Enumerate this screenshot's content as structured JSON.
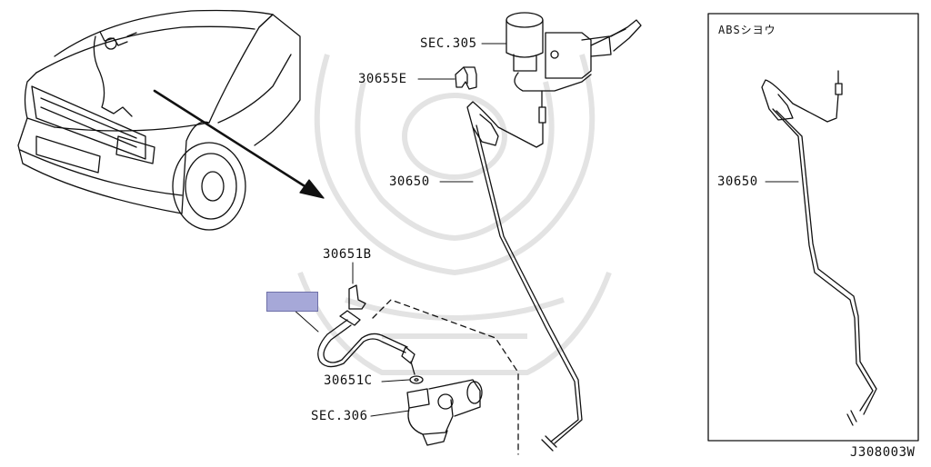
{
  "labels": {
    "sec305": "SEC.305",
    "p30655e": "30655E",
    "p30650_main": "30650",
    "p30651b": "30651B",
    "p30651c": "30651C",
    "sec306": "SEC.306",
    "p30650_inset": "30650"
  },
  "inset": {
    "title": "ABSシヨウ"
  },
  "drawing_code": "J308003W",
  "colors": {
    "line": "#111111",
    "highlight": "#a6a8d8",
    "watermark": "#e3e3e3"
  }
}
